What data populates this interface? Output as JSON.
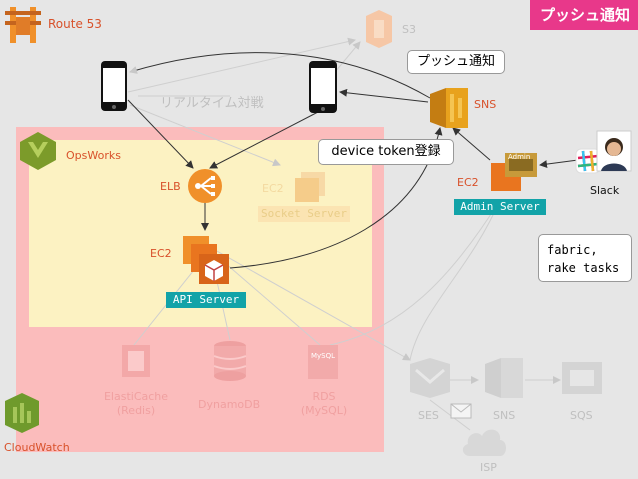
{
  "title": "プッシュ通知",
  "labels": {
    "route53": "Route 53",
    "s3": "S3",
    "sns": "SNS",
    "opsworks": "OpsWorks",
    "elb": "ELB",
    "ec2_socket": "EC2",
    "socket_server": "Socket Server",
    "ec2_api": "EC2",
    "api_server": "API Server",
    "ec2_admin": "EC2",
    "admin_server": "Admin Server",
    "slack": "Slack",
    "realtime": "リアルタイム対戦",
    "elasticache": "ElastiCache",
    "elasticache_sub": "(Redis)",
    "dynamodb": "DynamoDB",
    "rds": "RDS",
    "rds_sub": "(MySQL)",
    "mysql_badge": "MySQL",
    "ses": "SES",
    "sns_bottom": "SNS",
    "sqs": "SQS",
    "isp": "ISP",
    "cloudwatch": "CloudWatch",
    "admin_badge": "Admin"
  },
  "callouts": {
    "push": "プッシュ通知",
    "device_token": "device token登録",
    "fabric_line1": "fabric,",
    "fabric_line2": "rake tasks"
  },
  "colors": {
    "badge": "#e8388a",
    "aws_orange": "#f0902a",
    "label_orange": "#d8512a",
    "server_tag": "#12a3a8",
    "opsworks_zone": "#fbbcbc",
    "app_zone": "#fcf2c2",
    "sns_gold": "#e8a21d",
    "opsworks_green": "#7c9b2a",
    "cloudwatch_green": "#6f9a2c"
  },
  "icons": [
    "route53-icon",
    "s3-icon",
    "phone-icon",
    "sns-icon",
    "opsworks-icon",
    "elb-icon",
    "ec2-icon",
    "slack-icon",
    "elasticache-icon",
    "dynamodb-icon",
    "rds-icon",
    "ses-icon",
    "sqs-icon",
    "cloud-icon",
    "cloudwatch-icon",
    "mail-icon"
  ]
}
